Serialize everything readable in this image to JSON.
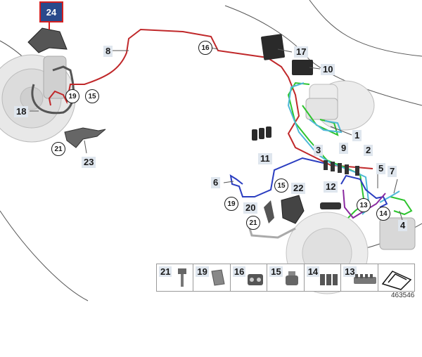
{
  "selected_label": "24",
  "labels": {
    "l1": "1",
    "l2": "2",
    "l3": "3",
    "l4": "4",
    "l5": "5",
    "l6": "6",
    "l7": "7",
    "l8": "8",
    "l9": "9",
    "l10": "10",
    "l11": "11",
    "l12": "12",
    "l17": "17",
    "l18": "18",
    "l20": "20",
    "l22": "22",
    "l23": "23"
  },
  "circled": {
    "c16": "16",
    "c15a": "15",
    "c19a": "19",
    "c21a": "21",
    "c15b": "15",
    "c19b": "19",
    "c21b": "21",
    "c13": "13",
    "c14": "14"
  },
  "legend": [
    {
      "num": "21",
      "icon": "bolt-icon"
    },
    {
      "num": "19",
      "icon": "bracket-clip-icon"
    },
    {
      "num": "16",
      "icon": "double-clip-icon"
    },
    {
      "num": "15",
      "icon": "pipe-clip-icon"
    },
    {
      "num": "14",
      "icon": "triple-clip-icon"
    },
    {
      "num": "13",
      "icon": "multi-clip-icon"
    },
    {
      "num": "",
      "icon": "seal-strip-icon"
    }
  ],
  "reference_number": "463546",
  "colors": {
    "line_red": "#c0282a",
    "line_blue": "#2a3dc0",
    "line_green": "#2ec42e",
    "line_cyan": "#4fb8d8",
    "label_bg": "#dfe6ee",
    "selected_bg": "#2a4a8c"
  }
}
